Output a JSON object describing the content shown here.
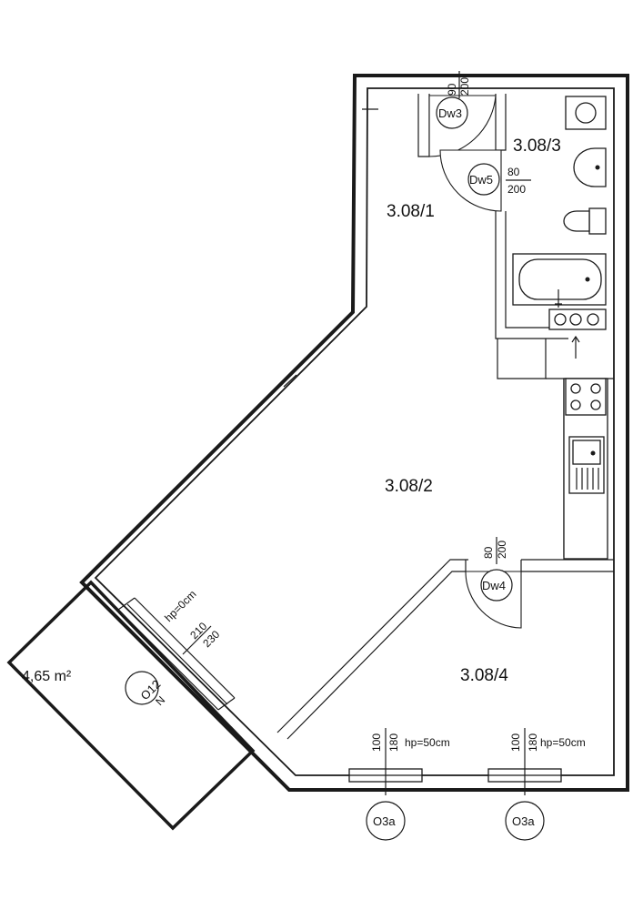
{
  "rooms": {
    "r1": "3.08/1",
    "r2": "3.08/2",
    "r3": "3.08/3",
    "r4": "3.08/4"
  },
  "balcony": {
    "area": "4,65 m²"
  },
  "doors": {
    "dw3": {
      "tag": "Dw3",
      "width": "90",
      "height": "200"
    },
    "dw5": {
      "tag": "Dw5",
      "width": "80",
      "height": "200"
    },
    "dw4": {
      "tag": "Dw4",
      "width": "80",
      "height": "200"
    }
  },
  "balcony_door": {
    "tag": "O12",
    "sub": "N",
    "sill": "hp=0cm",
    "width": "210",
    "height": "230"
  },
  "windows": [
    {
      "tag": "O3a",
      "width": "100",
      "height": "180",
      "sill": "hp=50cm"
    },
    {
      "tag": "O3a",
      "width": "100",
      "height": "180",
      "sill": "hp=50cm"
    }
  ]
}
